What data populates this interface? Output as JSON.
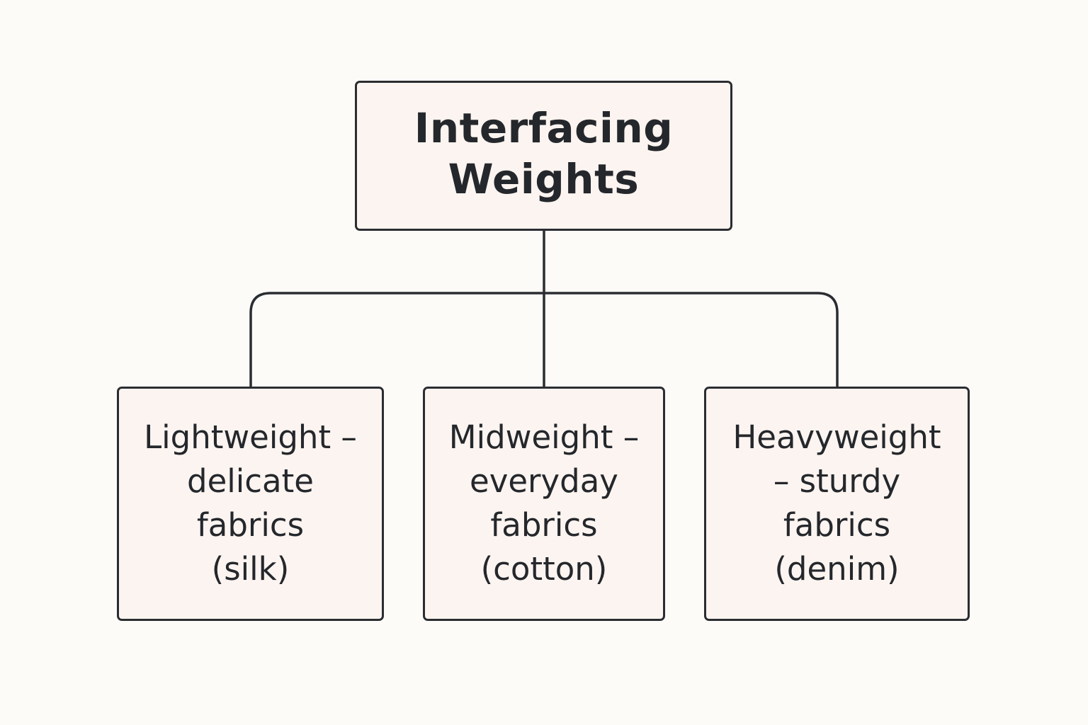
{
  "root": {
    "title": "Interfacing\nWeights"
  },
  "children": [
    {
      "id": "lightweight",
      "text": "Lightweight –\ndelicate\nfabrics\n(silk)"
    },
    {
      "id": "midweight",
      "text": "Midweight –\neveryday\nfabrics\n(cotton)"
    },
    {
      "id": "heavyweight",
      "text": "Heavyweight\n– sturdy\nfabrics\n(denim)"
    }
  ],
  "colors": {
    "background": "#fdfbf8",
    "box_fill": "#fcf4f0",
    "stroke": "#2a2d31",
    "text": "#24272b"
  }
}
